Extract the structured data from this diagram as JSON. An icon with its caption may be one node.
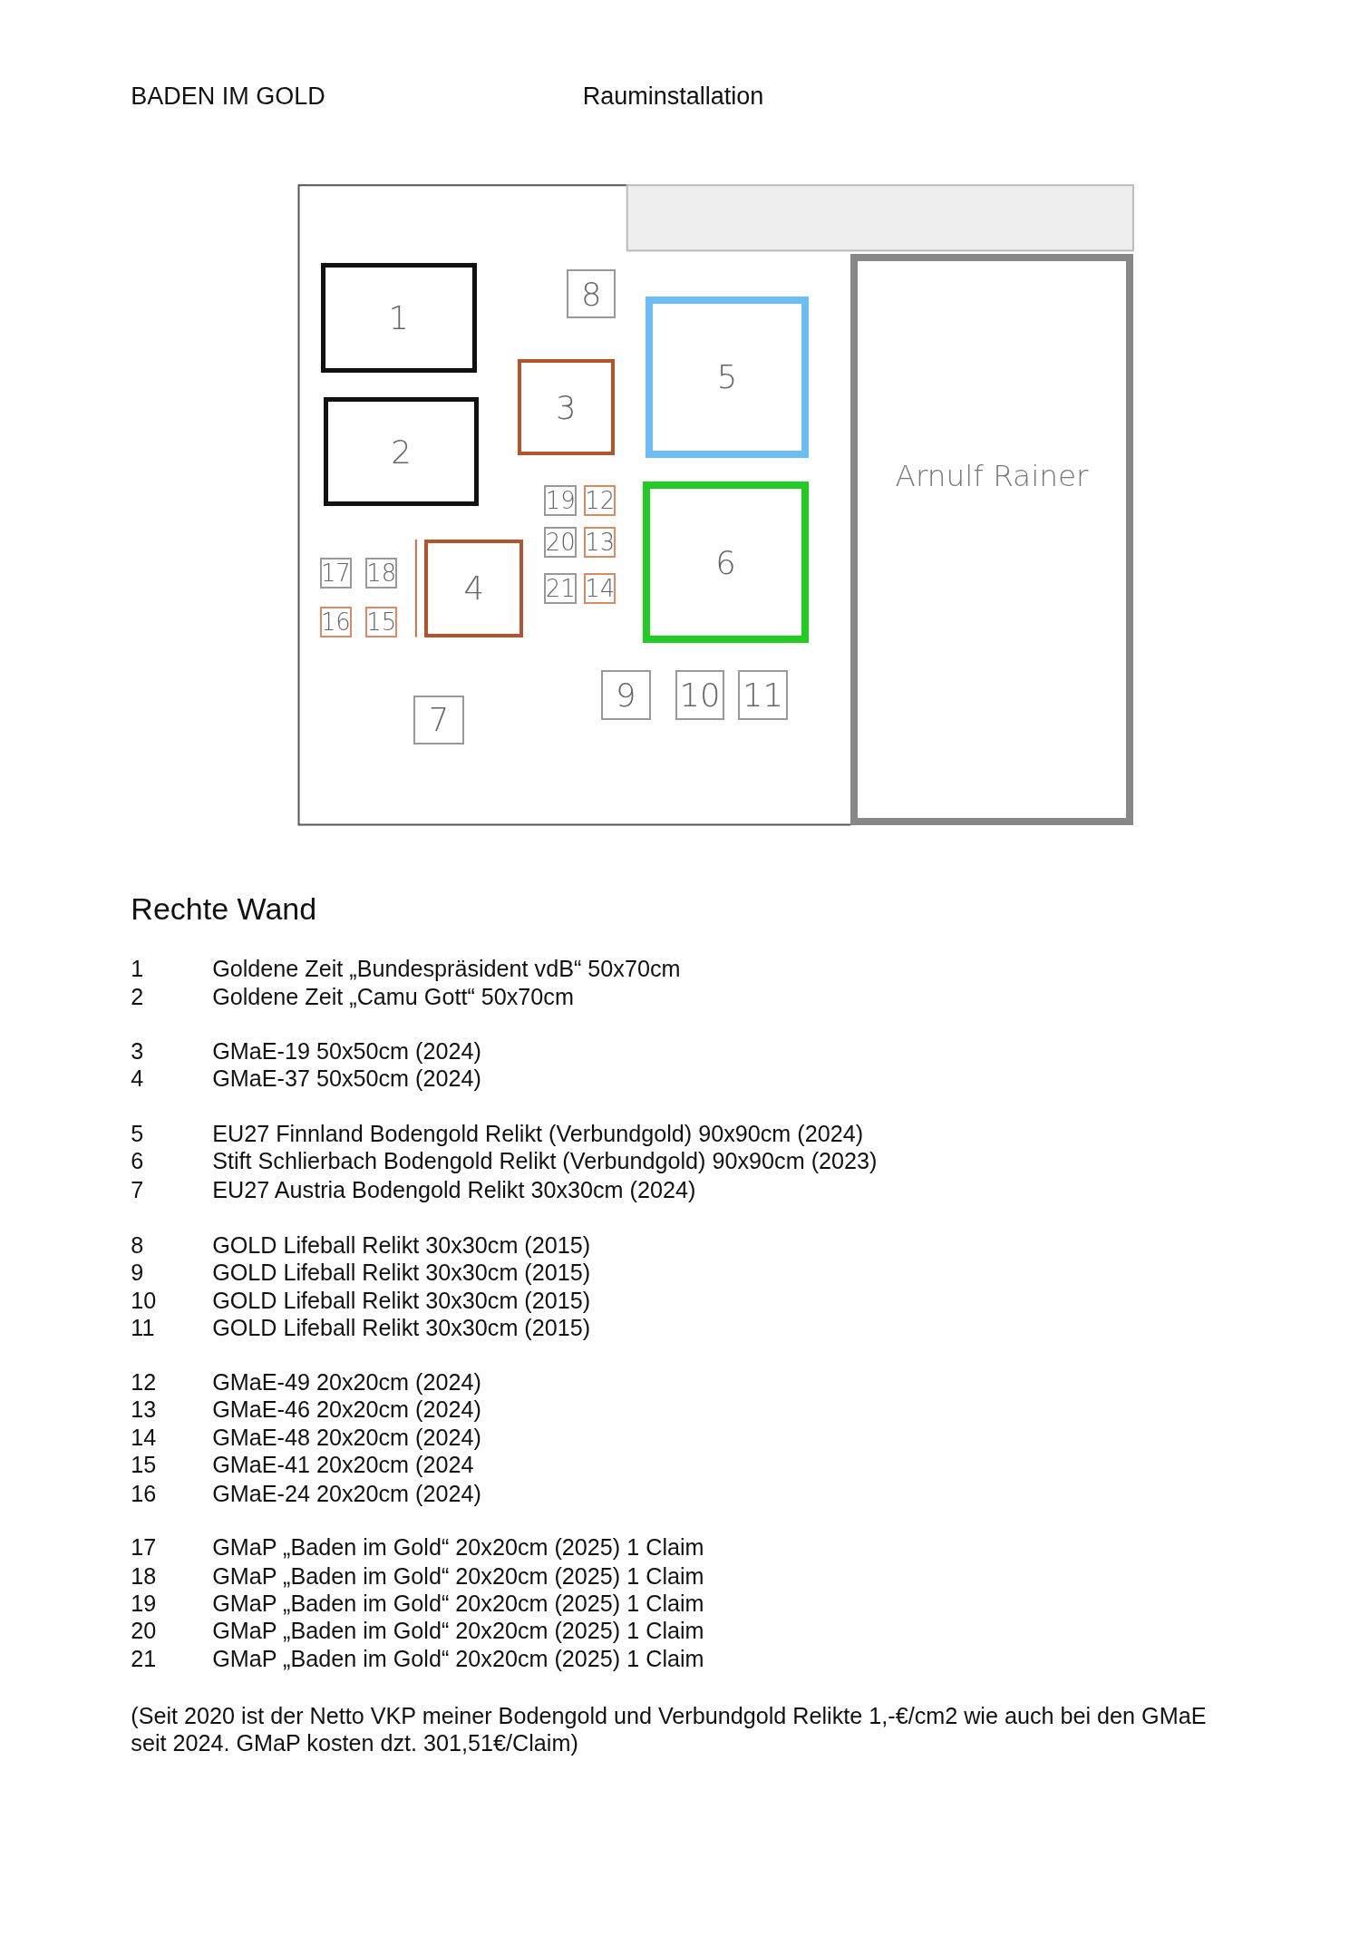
{
  "diagram": {
    "title": "Rauminstallation",
    "nodes": [
      {
        "text": [
          "1"
        ]
      },
      {
        "text": [
          "2"
        ]
      },
      {
        "text": [
          "3"
        ]
      },
      {
        "text": [
          "4"
        ]
      },
      {
        "text": [
          "5"
        ]
      },
      {
        "text": [
          "6"
        ]
      },
      {
        "text": [
          "7"
        ]
      },
      {
        "text": [
          "8"
        ]
      },
      {
        "text": [
          "9"
        ]
      },
      {
        "text": [
          "10"
        ]
      },
      {
        "text": [
          "11"
        ]
      },
      {
        "text": [
          "12"
        ]
      },
      {
        "text": [
          "13"
        ]
      },
      {
        "text": [
          "14"
        ]
      },
      {
        "text": [
          "15"
        ]
      },
      {
        "text": [
          "16"
        ]
      },
      {
        "text": [
          "17"
        ]
      },
      {
        "text": [
          "18"
        ]
      },
      {
        "text": [
          "19"
        ]
      },
      {
        "text": [
          "20"
        ]
      },
      {
        "text": [
          "21"
        ]
      },
      {
        "text": [
          "Arnulf Rainer"
        ]
      }
    ],
    "edges": [],
    "labels": [
      "BADEN IM GOLD",
      "Rechte Wand",
      "1",
      "Goldene Zeit „Bundespräsident vdB“ 50x70cm",
      "2",
      "Goldene Zeit „Camu Gott“ 50x70cm",
      "3",
      "GMaE-19 50x50cm (2024)",
      "4",
      "GMaE-37 50x50cm (2024)",
      "5",
      "EU27 Finnland Bodengold Relikt (Verbundgold) 90x90cm (2024)",
      "6",
      "Stift Schlierbach Bodengold Relikt (Verbundgold) 90x90cm (2023)",
      "7",
      "EU27 Austria Bodengold Relikt 30x30cm (2024)",
      "8",
      "GOLD Lifeball Relikt 30x30cm (2015)",
      "9",
      "GOLD Lifeball Relikt 30x30cm (2015)",
      "10",
      "GOLD Lifeball Relikt 30x30cm (2015)",
      "11",
      "GOLD Lifeball Relikt 30x30cm (2015)",
      "12",
      "GMaE-49 20x20cm (2024)",
      "13",
      "GMaE-46 20x20cm (2024)",
      "14",
      "GMaE-48 20x20cm (2024)",
      "15",
      "GMaE-41 20x20cm (2024",
      "16",
      "GMaE-24 20x20cm (2024)",
      "17",
      "GMaP „Baden im Gold“ 20x20cm (2025) 1 Claim",
      "18",
      "GMaP „Baden im Gold“ 20x20cm (2025) 1 Claim",
      "19",
      "GMaP „Baden im Gold“ 20x20cm (2025) 1 Claim",
      "20",
      "GMaP „Baden im Gold“ 20x20cm (2025) 1 Claim",
      "21",
      "GMaP „Baden im Gold“ 20x20cm (2025) 1 Claim",
      "(Seit 2020 ist der Netto VKP meiner Bodengold und Verbundgold Relikte 1,-€/cm2 wie auch bei den GMaE seit 2024. GMaP kosten dzt. 301,51€/Claim)"
    ]
  }
}
